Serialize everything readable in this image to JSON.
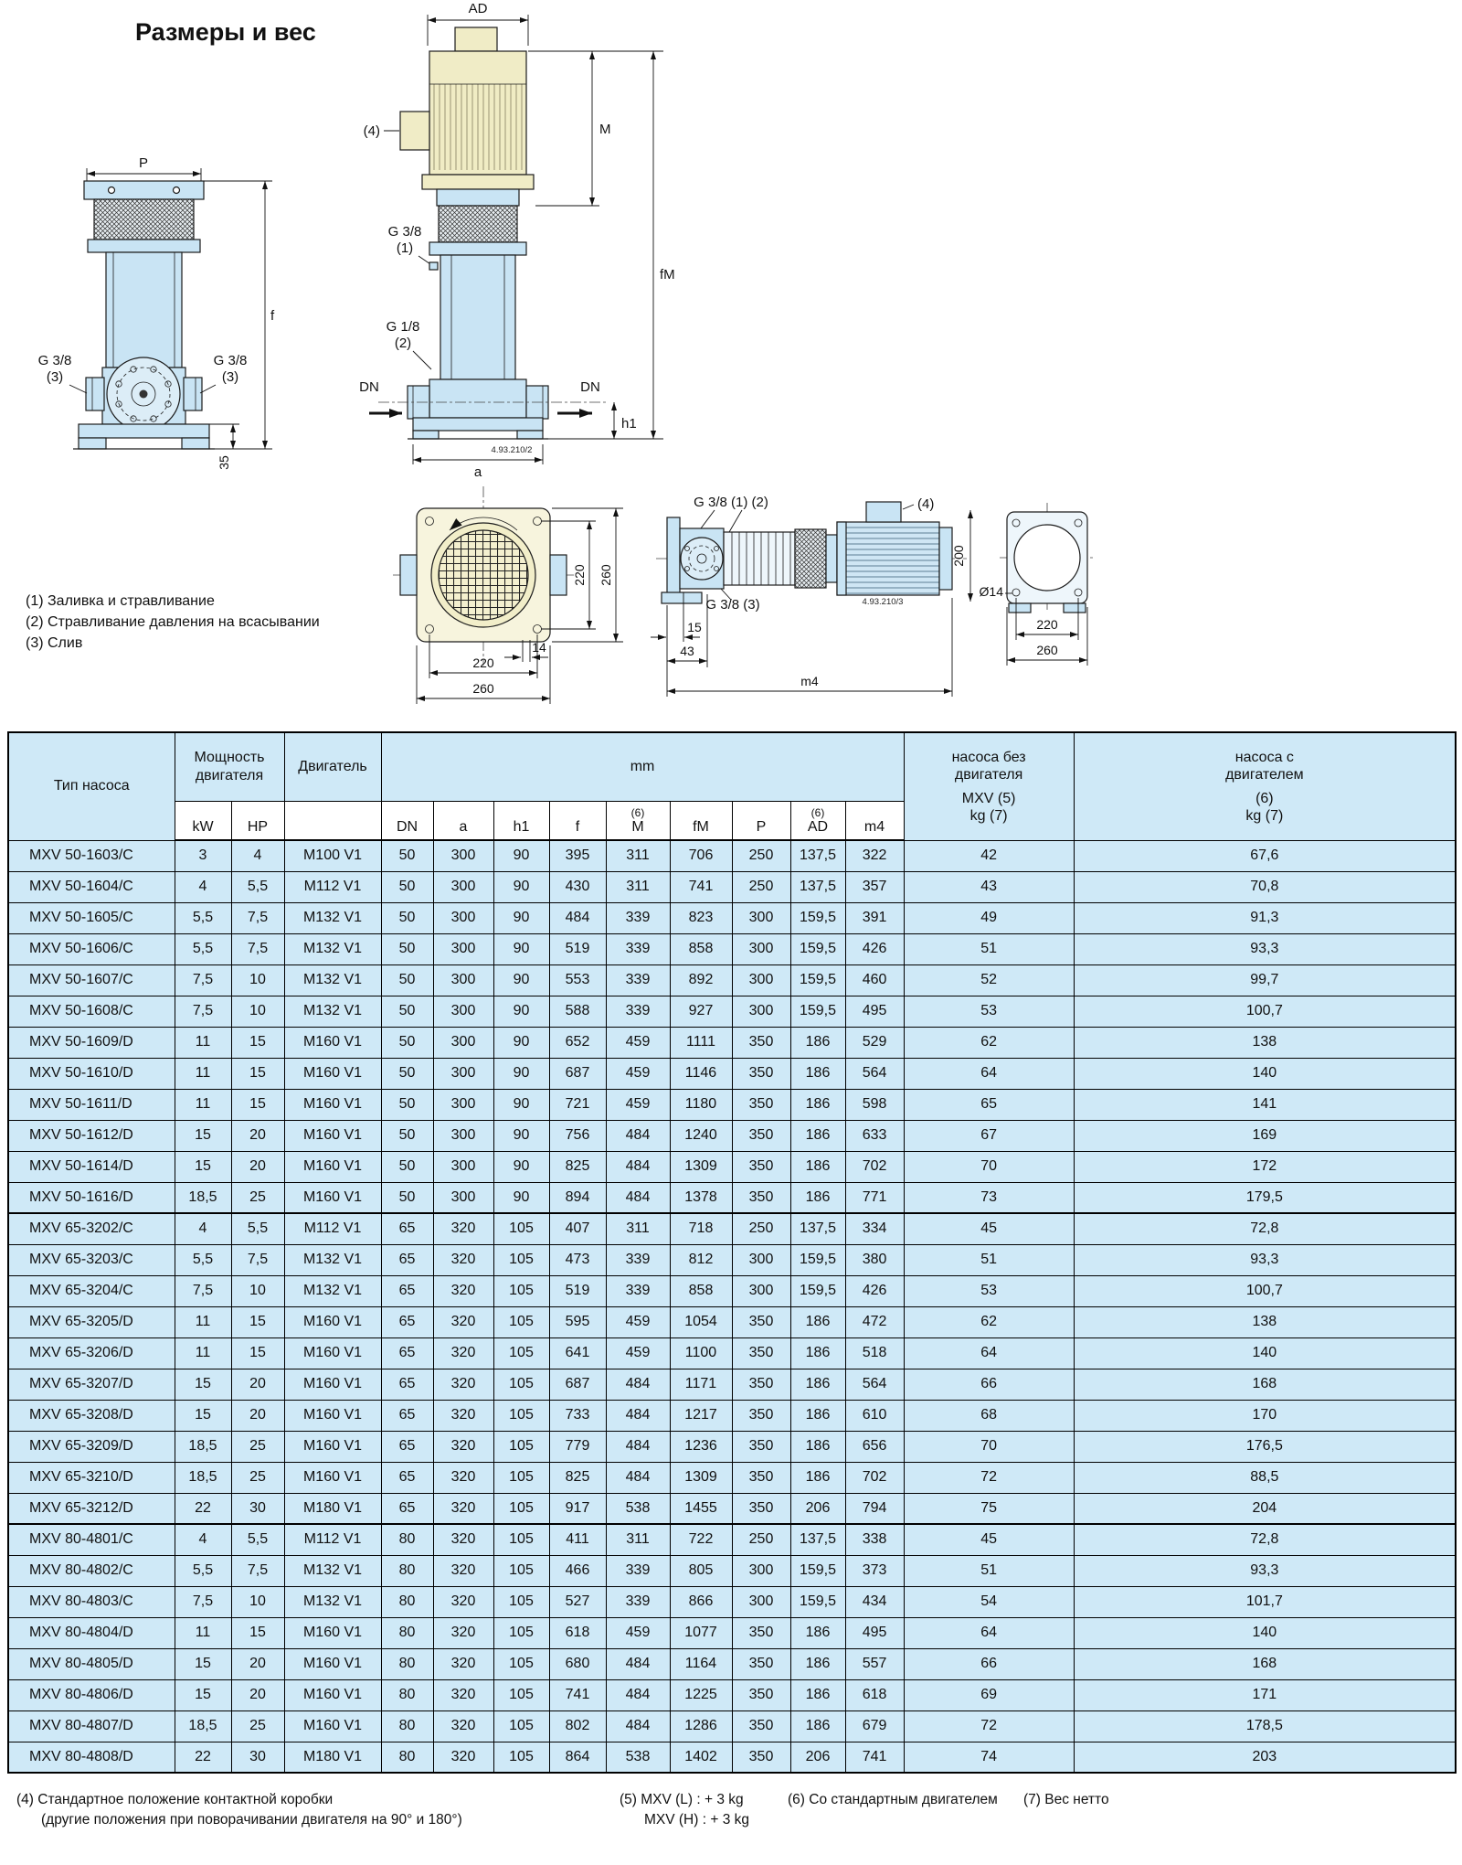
{
  "header": {
    "title": "Размеры и вес"
  },
  "legend": {
    "items": [
      "(1) Заливка и стравливание",
      "(2) Стравливание давления на всасывании",
      "(3) Слив"
    ]
  },
  "drawings": {
    "labels": {
      "ad": "AD",
      "m": "M",
      "fm": "fM",
      "p": "P",
      "f": "f",
      "h1": "h1",
      "a": "a",
      "dn": "DN",
      "note1": "(1)",
      "note2": "(2)",
      "note3": "(3)",
      "note4": "(4)",
      "g38": "G 3/8",
      "g18": "G 1/8",
      "g38_12": "G 3/8 (1) (2)",
      "g38_3": "G 3/8 (3)",
      "d35": "35",
      "d14": "14",
      "d15": "15",
      "d43": "43",
      "m4": "m4",
      "d200": "200",
      "d220": "220",
      "d260": "260",
      "dia14": "Ø14"
    },
    "codes": {
      "front": "4.93.210/2",
      "side": "4.93.210/3"
    }
  },
  "table": {
    "columns": [
      "type",
      "kw",
      "hp",
      "motor",
      "dn",
      "a",
      "h1",
      "f",
      "m",
      "fm",
      "p",
      "ad",
      "m4",
      "kg-pump",
      "kg-unit"
    ],
    "headers": {
      "type": "Тип насоса",
      "power_1": "Мощность",
      "power_2": "двигателя",
      "motor": "Двигатель",
      "mm": "mm",
      "kw": "kW",
      "hp": "HP",
      "dn": "DN",
      "a": "a",
      "h1": "h1",
      "f": "f",
      "m": "M",
      "fm": "fM",
      "p": "P",
      "ad": "AD",
      "m4": "m4",
      "six": "(6)",
      "w1_1": "насоса без",
      "w1_2": "двигателя",
      "w1_3": "MXV (5)",
      "w1_4": "kg (7)",
      "w2_1": "насоса с",
      "w2_2": "двигателем",
      "w2_3": "(6)",
      "w2_4": "kg (7)"
    },
    "groups": [
      {
        "rows": [
          [
            "MXV 50-1603/C",
            "3",
            "4",
            "M100 V1",
            "50",
            "300",
            "90",
            "395",
            "311",
            "706",
            "250",
            "137,5",
            "322",
            "42",
            "67,6"
          ],
          [
            "MXV 50-1604/C",
            "4",
            "5,5",
            "M112 V1",
            "50",
            "300",
            "90",
            "430",
            "311",
            "741",
            "250",
            "137,5",
            "357",
            "43",
            "70,8"
          ],
          [
            "MXV 50-1605/C",
            "5,5",
            "7,5",
            "M132 V1",
            "50",
            "300",
            "90",
            "484",
            "339",
            "823",
            "300",
            "159,5",
            "391",
            "49",
            "91,3"
          ],
          [
            "MXV 50-1606/C",
            "5,5",
            "7,5",
            "M132 V1",
            "50",
            "300",
            "90",
            "519",
            "339",
            "858",
            "300",
            "159,5",
            "426",
            "51",
            "93,3"
          ],
          [
            "MXV 50-1607/C",
            "7,5",
            "10",
            "M132 V1",
            "50",
            "300",
            "90",
            "553",
            "339",
            "892",
            "300",
            "159,5",
            "460",
            "52",
            "99,7"
          ],
          [
            "MXV 50-1608/C",
            "7,5",
            "10",
            "M132 V1",
            "50",
            "300",
            "90",
            "588",
            "339",
            "927",
            "300",
            "159,5",
            "495",
            "53",
            "100,7"
          ],
          [
            "MXV 50-1609/D",
            "11",
            "15",
            "M160 V1",
            "50",
            "300",
            "90",
            "652",
            "459",
            "1111",
            "350",
            "186",
            "529",
            "62",
            "138"
          ],
          [
            "MXV 50-1610/D",
            "11",
            "15",
            "M160 V1",
            "50",
            "300",
            "90",
            "687",
            "459",
            "1146",
            "350",
            "186",
            "564",
            "64",
            "140"
          ],
          [
            "MXV 50-1611/D",
            "11",
            "15",
            "M160 V1",
            "50",
            "300",
            "90",
            "721",
            "459",
            "1180",
            "350",
            "186",
            "598",
            "65",
            "141"
          ],
          [
            "MXV 50-1612/D",
            "15",
            "20",
            "M160 V1",
            "50",
            "300",
            "90",
            "756",
            "484",
            "1240",
            "350",
            "186",
            "633",
            "67",
            "169"
          ],
          [
            "MXV 50-1614/D",
            "15",
            "20",
            "M160 V1",
            "50",
            "300",
            "90",
            "825",
            "484",
            "1309",
            "350",
            "186",
            "702",
            "70",
            "172"
          ],
          [
            "MXV 50-1616/D",
            "18,5",
            "25",
            "M160 V1",
            "50",
            "300",
            "90",
            "894",
            "484",
            "1378",
            "350",
            "186",
            "771",
            "73",
            "179,5"
          ]
        ]
      },
      {
        "rows": [
          [
            "MXV 65-3202/C",
            "4",
            "5,5",
            "M112 V1",
            "65",
            "320",
            "105",
            "407",
            "311",
            "718",
            "250",
            "137,5",
            "334",
            "45",
            "72,8"
          ],
          [
            "MXV 65-3203/C",
            "5,5",
            "7,5",
            "M132 V1",
            "65",
            "320",
            "105",
            "473",
            "339",
            "812",
            "300",
            "159,5",
            "380",
            "51",
            "93,3"
          ],
          [
            "MXV 65-3204/C",
            "7,5",
            "10",
            "M132 V1",
            "65",
            "320",
            "105",
            "519",
            "339",
            "858",
            "300",
            "159,5",
            "426",
            "53",
            "100,7"
          ],
          [
            "MXV 65-3205/D",
            "11",
            "15",
            "M160 V1",
            "65",
            "320",
            "105",
            "595",
            "459",
            "1054",
            "350",
            "186",
            "472",
            "62",
            "138"
          ],
          [
            "MXV 65-3206/D",
            "11",
            "15",
            "M160 V1",
            "65",
            "320",
            "105",
            "641",
            "459",
            "1100",
            "350",
            "186",
            "518",
            "64",
            "140"
          ],
          [
            "MXV 65-3207/D",
            "15",
            "20",
            "M160 V1",
            "65",
            "320",
            "105",
            "687",
            "484",
            "1171",
            "350",
            "186",
            "564",
            "66",
            "168"
          ],
          [
            "MXV 65-3208/D",
            "15",
            "20",
            "M160 V1",
            "65",
            "320",
            "105",
            "733",
            "484",
            "1217",
            "350",
            "186",
            "610",
            "68",
            "170"
          ],
          [
            "MXV 65-3209/D",
            "18,5",
            "25",
            "M160 V1",
            "65",
            "320",
            "105",
            "779",
            "484",
            "1236",
            "350",
            "186",
            "656",
            "70",
            "176,5"
          ],
          [
            "MXV 65-3210/D",
            "18,5",
            "25",
            "M160 V1",
            "65",
            "320",
            "105",
            "825",
            "484",
            "1309",
            "350",
            "186",
            "702",
            "72",
            "88,5"
          ],
          [
            "MXV 65-3212/D",
            "22",
            "30",
            "M180 V1",
            "65",
            "320",
            "105",
            "917",
            "538",
            "1455",
            "350",
            "206",
            "794",
            "75",
            "204"
          ]
        ]
      },
      {
        "rows": [
          [
            "MXV 80-4801/C",
            "4",
            "5,5",
            "M112 V1",
            "80",
            "320",
            "105",
            "411",
            "311",
            "722",
            "250",
            "137,5",
            "338",
            "45",
            "72,8"
          ],
          [
            "MXV 80-4802/C",
            "5,5",
            "7,5",
            "M132 V1",
            "80",
            "320",
            "105",
            "466",
            "339",
            "805",
            "300",
            "159,5",
            "373",
            "51",
            "93,3"
          ],
          [
            "MXV 80-4803/C",
            "7,5",
            "10",
            "M132 V1",
            "80",
            "320",
            "105",
            "527",
            "339",
            "866",
            "300",
            "159,5",
            "434",
            "54",
            "101,7"
          ],
          [
            "MXV 80-4804/D",
            "11",
            "15",
            "M160 V1",
            "80",
            "320",
            "105",
            "618",
            "459",
            "1077",
            "350",
            "186",
            "495",
            "64",
            "140"
          ],
          [
            "MXV 80-4805/D",
            "15",
            "20",
            "M160 V1",
            "80",
            "320",
            "105",
            "680",
            "484",
            "1164",
            "350",
            "186",
            "557",
            "66",
            "168"
          ],
          [
            "MXV 80-4806/D",
            "15",
            "20",
            "M160 V1",
            "80",
            "320",
            "105",
            "741",
            "484",
            "1225",
            "350",
            "186",
            "618",
            "69",
            "171"
          ],
          [
            "MXV 80-4807/D",
            "18,5",
            "25",
            "M160 V1",
            "80",
            "320",
            "105",
            "802",
            "484",
            "1286",
            "350",
            "186",
            "679",
            "72",
            "178,5"
          ],
          [
            "MXV 80-4808/D",
            "22",
            "30",
            "M180 V1",
            "80",
            "320",
            "105",
            "864",
            "538",
            "1402",
            "350",
            "206",
            "741",
            "74",
            "203"
          ]
        ]
      }
    ]
  },
  "footnotes": {
    "f4_1": "(4) Стандартное положение контактной коробки",
    "f4_2": "(другие положения при поворачивании двигателя на 90° и 180°)",
    "f5_1": "(5) MXV (L) : + 3 kg",
    "f5_2": "MXV (H) : + 3 kg",
    "f6": "(6) Со стандартным двигателем",
    "f7": "(7) Вес нетто"
  }
}
